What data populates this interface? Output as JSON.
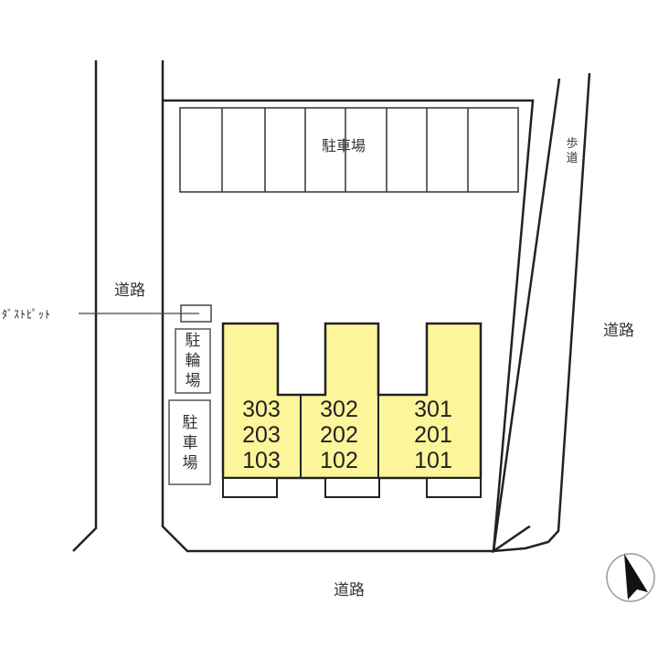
{
  "colors": {
    "building_fill": "#fdf59a",
    "line": "#222222",
    "background": "#ffffff"
  },
  "labels": {
    "parking_main": "駐車場",
    "road_left": "道路",
    "road_right": "道路",
    "road_bottom": "道路",
    "sidewalk": [
      "歩",
      "道"
    ],
    "dust_pit": "ﾀﾞｽﾄﾋﾟｯﾄ",
    "bicycle_parking": [
      "駐",
      "輪",
      "場"
    ],
    "side_parking": [
      "駐",
      "車",
      "場"
    ]
  },
  "parking_spaces": 8,
  "buildings": [
    {
      "floors": [
        "303",
        "203",
        "103"
      ]
    },
    {
      "floors": [
        "302",
        "202",
        "102"
      ]
    },
    {
      "floors": [
        "301",
        "201",
        "101"
      ]
    }
  ],
  "compass": {
    "icon": "north-arrow-icon",
    "direction": "N (tilted NNW)"
  }
}
